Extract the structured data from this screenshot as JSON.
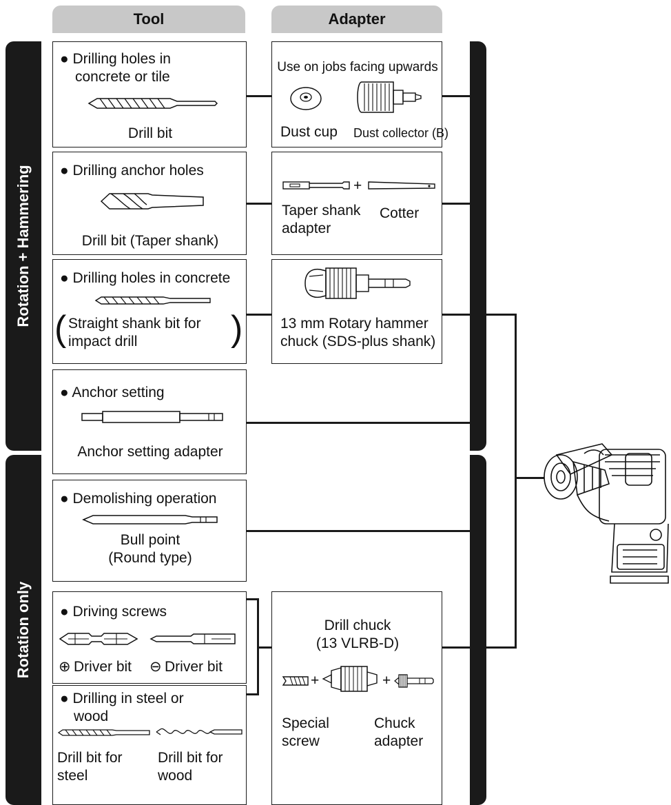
{
  "headers": {
    "tool": "Tool",
    "adapter": "Adapter"
  },
  "groups": {
    "rotation_hammering": "Rotation + Hammering",
    "rotation_only": "Rotation only"
  },
  "tools": {
    "concrete_tile": {
      "title_1": "● Drilling holes in",
      "title_2": "concrete or tile",
      "caption": "Drill bit"
    },
    "anchor_holes": {
      "title": "● Drilling anchor holes",
      "caption": "Drill bit (Taper shank)"
    },
    "concrete": {
      "title": "● Drilling holes in concrete",
      "caption_1": "Straight shank bit for",
      "caption_2": "impact drill",
      "paren_open": "(",
      "paren_close": ")"
    },
    "anchor_setting": {
      "title": "● Anchor setting",
      "caption": "Anchor setting adapter"
    },
    "demolishing": {
      "title": "● Demolishing operation",
      "caption_1": "Bull point",
      "caption_2": "(Round type)"
    },
    "driving_screws": {
      "title": "● Driving screws",
      "plus_symbol": "⊕",
      "plus_label": "Driver bit",
      "minus_symbol": "⊖",
      "minus_label": "Driver bit"
    },
    "steel_wood": {
      "title_1": "● Drilling in steel or",
      "title_2": "wood",
      "steel_1": "Drill bit for",
      "steel_2": "steel",
      "wood_1": "Drill bit for",
      "wood_2": "wood"
    }
  },
  "adapters": {
    "dust": {
      "note": "Use on jobs facing upwards",
      "cup": "Dust cup",
      "collector": "Dust collector (B)"
    },
    "taper": {
      "plus": "+",
      "shank_1": "Taper shank",
      "shank_2": "adapter",
      "cotter": "Cotter"
    },
    "rotary": {
      "line_1": "13 mm Rotary hammer",
      "line_2": "chuck (SDS-plus shank)"
    },
    "drill_chuck": {
      "title_1": "Drill chuck",
      "title_2": "(13 VLRB-D)",
      "plus": "+",
      "screw_1": "Special",
      "screw_2": "screw",
      "chuck_1": "Chuck",
      "chuck_2": "adapter"
    }
  }
}
